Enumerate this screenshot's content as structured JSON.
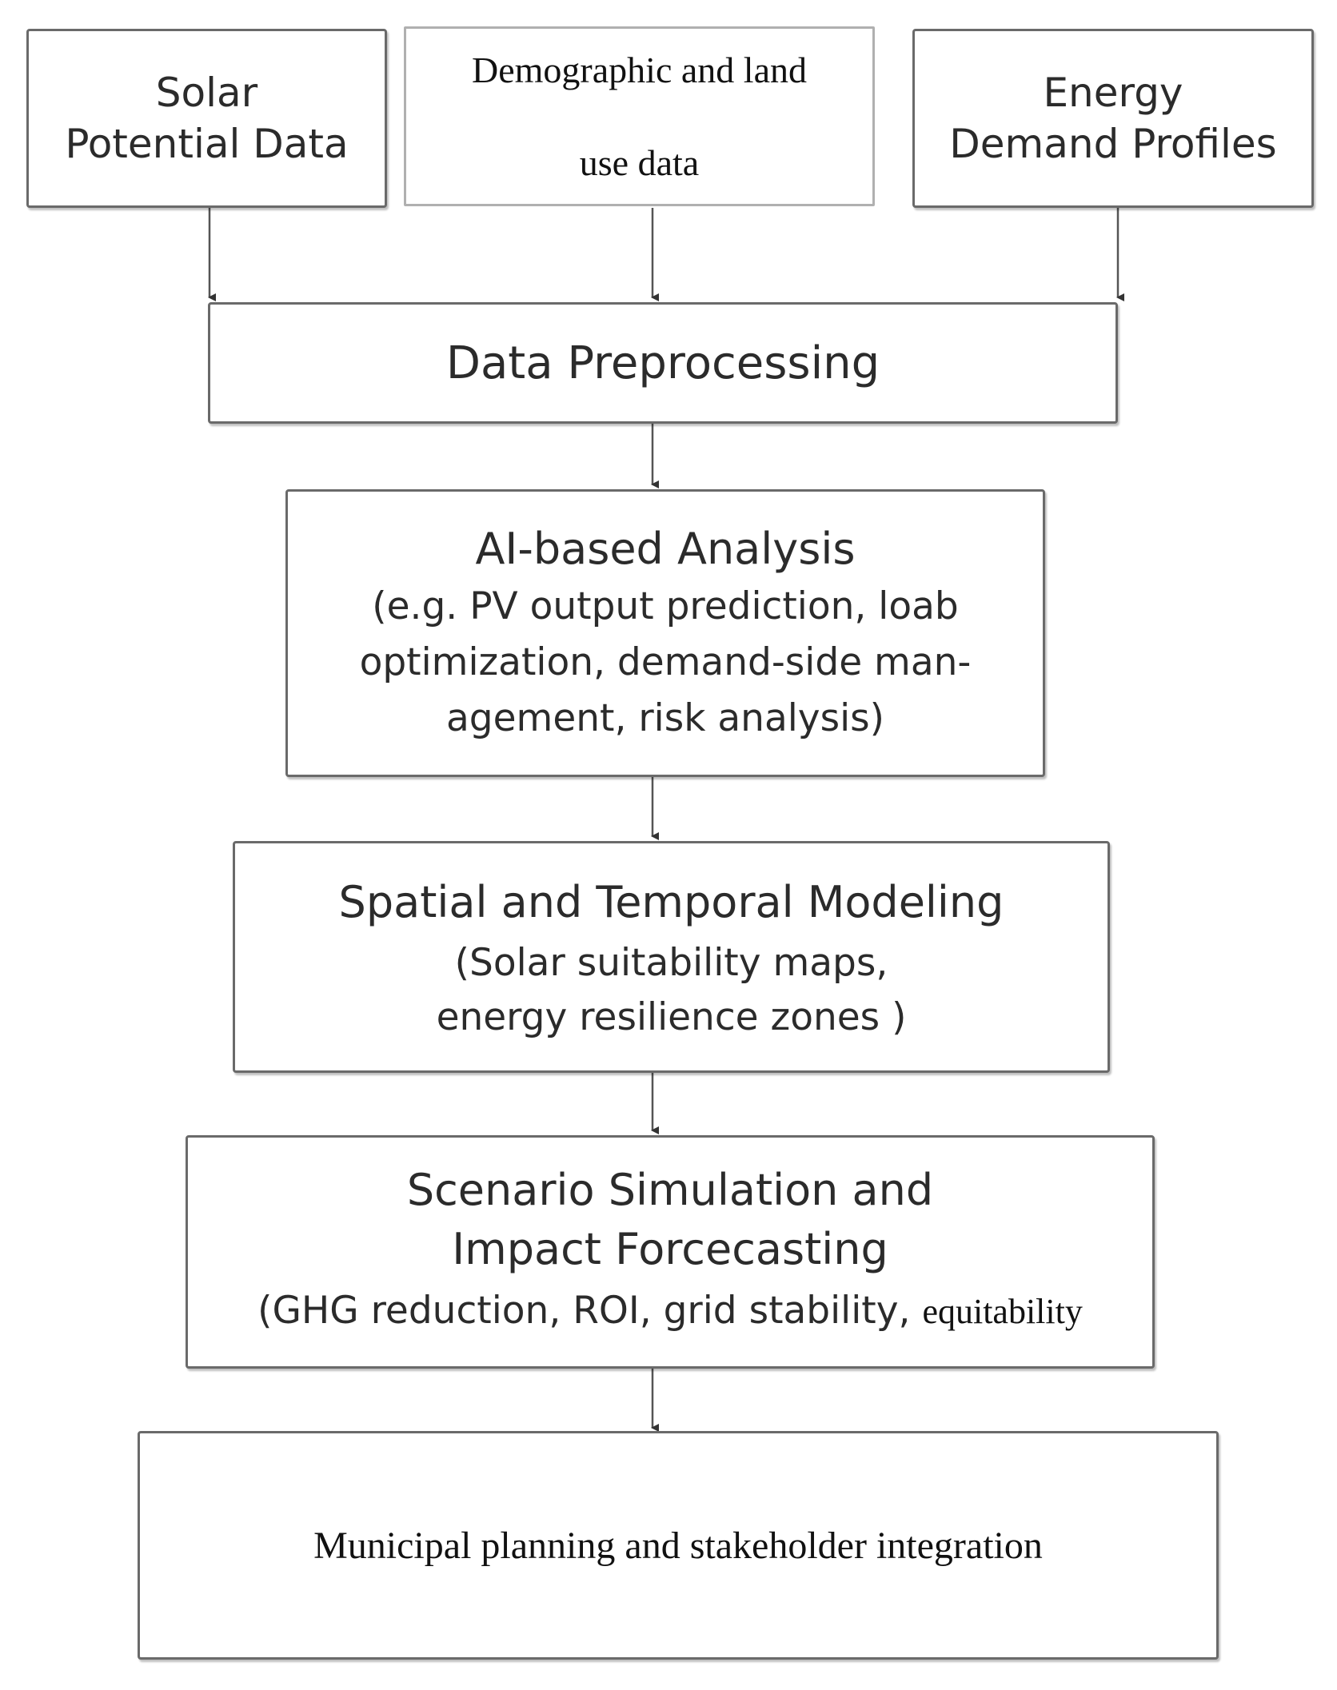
{
  "inputs": {
    "solar": [
      "Solar",
      "Potential Data"
    ],
    "demographic": [
      "Demographic and land",
      "use data"
    ],
    "energy": [
      "Energy",
      "Demand Profiles"
    ]
  },
  "steps": {
    "preprocessing": [
      "Data Preprocessing"
    ],
    "ai_analysis": {
      "title": "AI-based Analysis",
      "details": [
        "(e.g. PV output prediction, loab",
        "optimization, demand-side man-",
        "agement, risk analysis)"
      ]
    },
    "spatial": {
      "title": "Spatial and Temporal Modeling",
      "details": [
        "(Solar suitability maps,",
        "energy resilience zones )"
      ]
    },
    "scenario": {
      "title": [
        "Scenario Simulation and",
        "Impact Forcecasting"
      ],
      "details": "(GHG reduction, ROI, grid stability,",
      "details_tail": "equitability"
    },
    "municipal": [
      "Municipal planning and stakeholder integration"
    ]
  }
}
